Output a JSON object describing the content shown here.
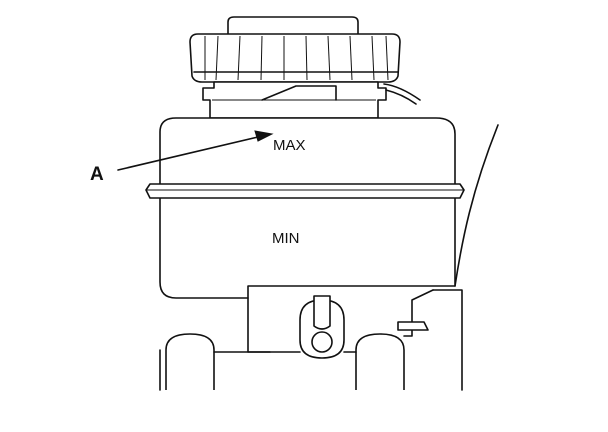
{
  "labels": {
    "callout": "A",
    "max_mark": "MAX",
    "min_mark": "MIN"
  },
  "colors": {
    "line": "#111111",
    "background": "#ffffff"
  }
}
